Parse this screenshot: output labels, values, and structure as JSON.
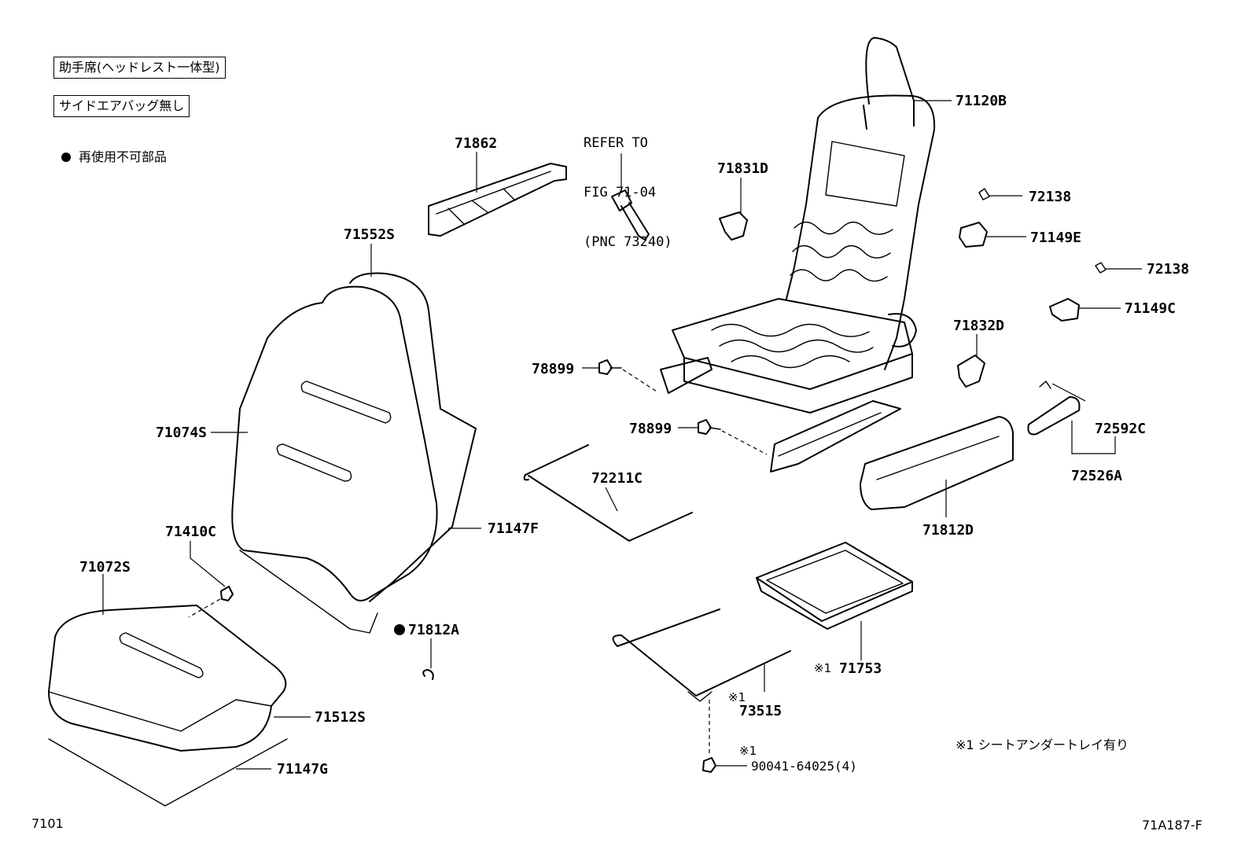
{
  "notes": {
    "seat_type": "助手席(ヘッドレスト一体型)",
    "airbag": "サイドエアバッグ無し",
    "non_reusable": "再使用不可部品",
    "refer_line1": "REFER TO",
    "refer_line2": "FIG 71-04",
    "refer_line3": "(PNC 73240)",
    "footnote": "※1 シートアンダートレイ有り",
    "fig_number": "7101",
    "illust_code": "71A187-F"
  },
  "callouts": {
    "p71120B": "71120B",
    "p71862": "71862",
    "p71831D": "71831D",
    "p72138a": "72138",
    "p71149E": "71149E",
    "p72138b": "72138",
    "p71149C": "71149C",
    "p71552S": "71552S",
    "p71832D": "71832D",
    "p78899a": "78899",
    "p78899b": "78899",
    "p72592C": "72592C",
    "p72526A": "72526A",
    "p71074S": "71074S",
    "p72211C": "72211C",
    "p71812D": "71812D",
    "p71410C": "71410C",
    "p71147F": "71147F",
    "p71072S": "71072S",
    "p71812A": "71812A",
    "p71753": "71753",
    "p71753_mark": "※1",
    "p73515": "73515",
    "p73515_mark": "※1",
    "p71512S": "71512S",
    "p90041": "90041-64025(4)",
    "p90041_mark": "※1",
    "p71147G": "71147G"
  }
}
